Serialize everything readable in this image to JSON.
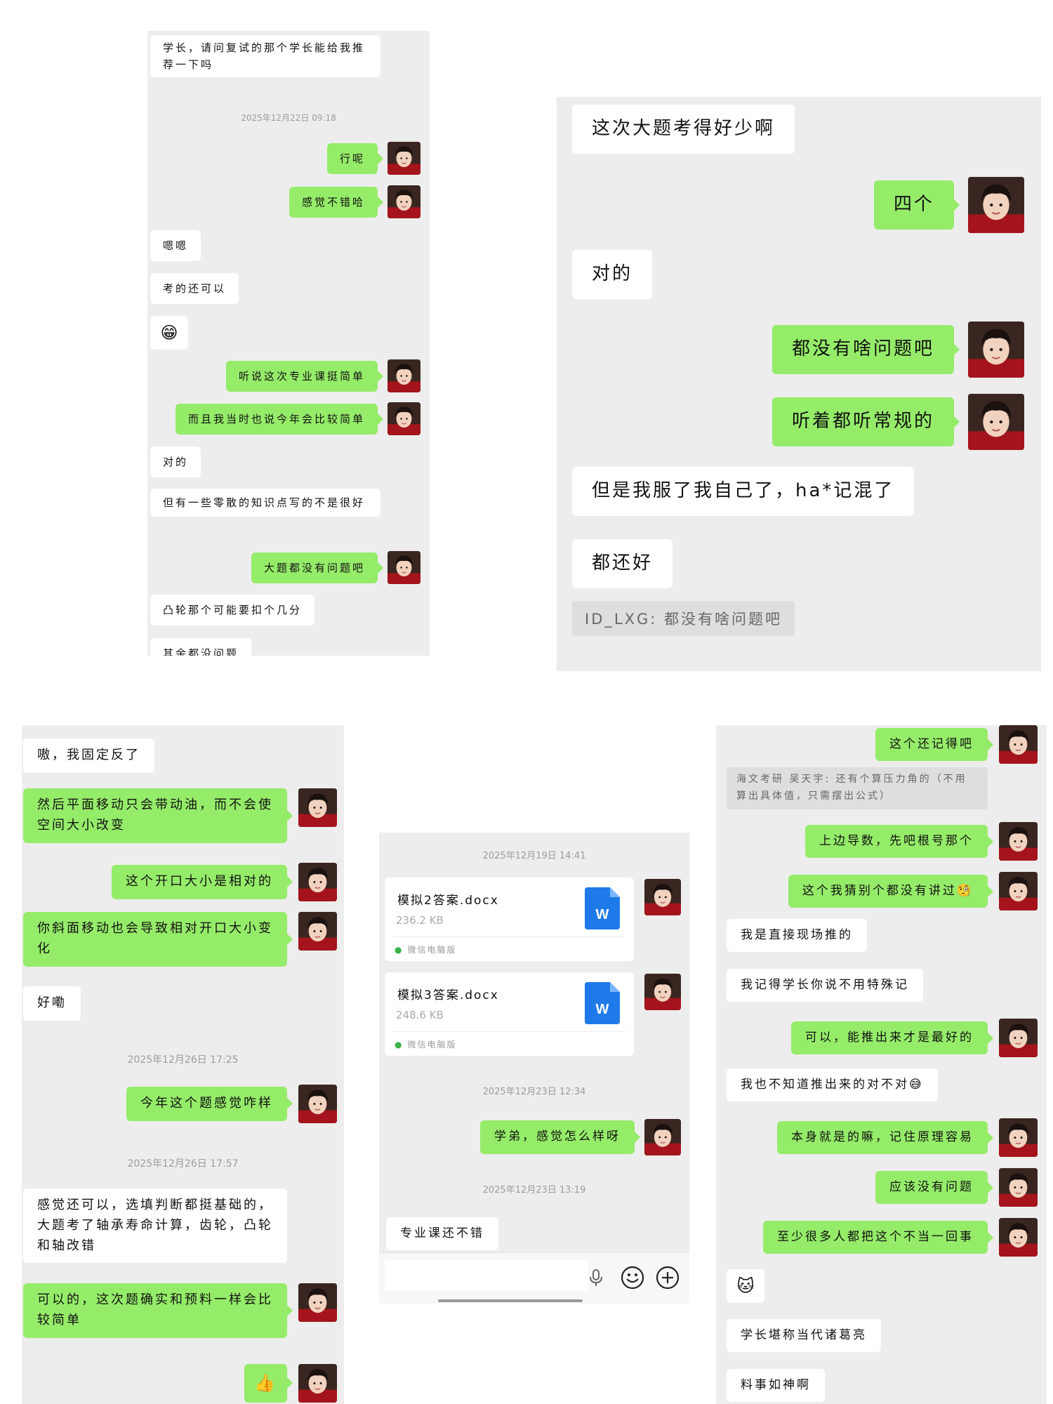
{
  "panel1": {
    "m1": "学长，请问复试的那个学长能给我推荐一下吗",
    "time1": "2025年12月22日 09:18",
    "m2": "行呢",
    "m3": "感觉不错哈",
    "m4": "嗯嗯",
    "m5": "考的还可以",
    "m6": "😁",
    "m7": "听说这次专业课挺简单",
    "m8": "而且我当时也说今年会比较简单",
    "m9": "对的",
    "m10": "但有一些零散的知识点写的不是很好",
    "m11": "大题都没有问题吧",
    "m12": "凸轮那个可能要扣个几分",
    "m13": "其余都没问题"
  },
  "panel2": {
    "m1": "这次大题考得好少啊",
    "m2": "四个",
    "m3": "对的",
    "m4": "都没有啥问题吧",
    "m5": "听着都听常规的",
    "m6": "但是我服了我自己了，ha*记混了",
    "m7": "都还好",
    "quote": "ID_LXG: 都没有啥问题吧"
  },
  "panel3": {
    "m1": "嗷，我固定反了",
    "m2": "然后平面移动只会带动油，而不会使空间大小改变",
    "m3": "这个开口大小是相对的",
    "m4": "你斜面移动也会导致相对开口大小变化",
    "m5": "好嘞",
    "time1": "2025年12月26日 17:25",
    "m6": "今年这个题感觉咋样",
    "time2": "2025年12月26日 17:57",
    "m7": "感觉还可以，选填判断都挺基础的，大题考了轴承寿命计算，齿轮，凸轮和轴改错",
    "m8": "可以的，这次题确实和预料一样会比较简单",
    "m9": "👍"
  },
  "panel4": {
    "time1": "2025年12月19日 14:41",
    "files": [
      {
        "name": "模拟2答案.docx",
        "size": "236.2 KB",
        "source": "微信电脑版",
        "icon": "W"
      },
      {
        "name": "模拟3答案.docx",
        "size": "248.6 KB",
        "source": "微信电脑版",
        "icon": "W"
      }
    ],
    "time2": "2025年12月23日 12:34",
    "m1": "学弟，感觉怎么样呀",
    "time3": "2025年12月23日 13:19",
    "m2": "专业课还不错",
    "toolbar": {
      "voice": "mic-icon",
      "emoji": "emoji-icon",
      "plus": "plus-icon"
    }
  },
  "panel5": {
    "m1": "这个还记得吧",
    "quote": "海文考研 吴天宇: 还有个算压力角的（不用算出具体值，只需摆出公式）",
    "m2": "上边导数，先吧根号那个",
    "m3": "这个我猜别个都没有讲过🧐",
    "m4": "我是直接现场推的",
    "m5": "我记得学长你说不用特殊记",
    "m6": "可以，能推出来才是最好的",
    "m7": "我也不知道推出来的对不对😅",
    "m8": "本身就是的嘛，记住原理容易",
    "m9": "应该没有问题",
    "m10": "至少很多人都把这个不当一回事",
    "m11": "🐱",
    "m12": "学长堪称当代诸葛亮",
    "m13": "料事如神啊"
  },
  "colors": {
    "panel_bg": "#ededed",
    "out_bubble": "#95ec69",
    "in_bubble": "#ffffff",
    "doc_icon": "#1e7ae8"
  }
}
